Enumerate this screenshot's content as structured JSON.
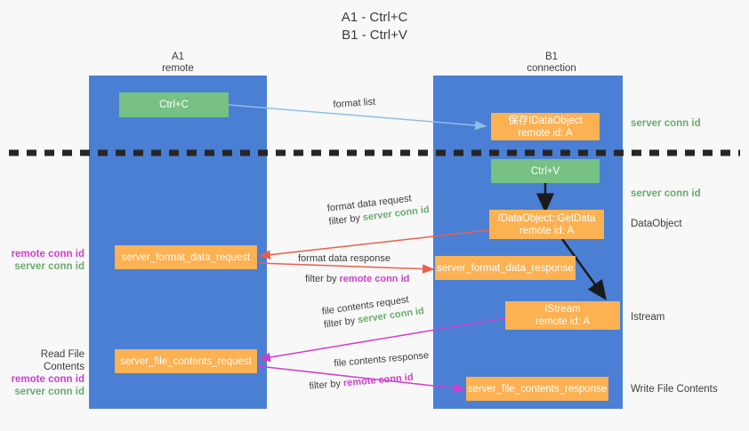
{
  "title": {
    "line1": "A1 - Ctrl+C",
    "line2": "B1 - Ctrl+V"
  },
  "columns": [
    {
      "name": "A1",
      "role": "remote"
    },
    {
      "name": "B1",
      "role": "connection"
    }
  ],
  "boxes": {
    "ctrl_c": "Ctrl+C",
    "ctrl_v": "Ctrl+V",
    "save_dataobject_line1": "保存IDataObject",
    "save_dataobject_line2": "remote id: A",
    "getdata_line1": "IDataObject::GetData",
    "getdata_line2": "remote id: A",
    "istream_line1": "IStream",
    "istream_line2": "remote id: A",
    "server_format_data_request": "server_format_data_request",
    "server_format_data_response": "server_format_data_response",
    "server_file_contents_request": "server_file_contents_request",
    "server_file_contents_response": "server_file_contents_response"
  },
  "right_labels": {
    "server_conn_id_top": "server conn id",
    "server_conn_id_paste": "server conn id",
    "dataobject": "DataObject",
    "istream": "Istream",
    "write_file_contents": "Write File Contents"
  },
  "left_labels": {
    "format_remote_conn_id": "remote conn id",
    "format_server_conn_id": "server conn id",
    "read_file_contents": "Read File Contents",
    "file_remote_conn_id": "remote conn id",
    "file_server_conn_id": "server conn id"
  },
  "edges": {
    "format_list": "format list",
    "format_data_request": "format data request",
    "format_data_request_filter_prefix": "filter by ",
    "format_data_request_filter_value": "server conn id",
    "format_data_response": "format data response",
    "format_data_response_filter_prefix": "filter by ",
    "format_data_response_filter_value": "remote conn id",
    "file_contents_request": "file contents request",
    "file_contents_request_filter_prefix": "filter by ",
    "file_contents_request_filter_value": "server conn id",
    "file_contents_response": "file contents response",
    "file_contents_response_filter_prefix": "filter by ",
    "file_contents_response_filter_value": "remote conn id"
  },
  "colors": {
    "lane": "#4a7fd4",
    "green_box": "#76c183",
    "orange_box": "#fcb152",
    "green_text": "#6aab6f",
    "magenta_text": "#cc3fcc",
    "arrow_red": "#e8604c",
    "arrow_magenta": "#cc3fcc",
    "arrow_light_blue": "#8fbfe8",
    "arrow_black": "#1a1a1a",
    "divider": "#262626",
    "background": "#f8f8f8"
  }
}
